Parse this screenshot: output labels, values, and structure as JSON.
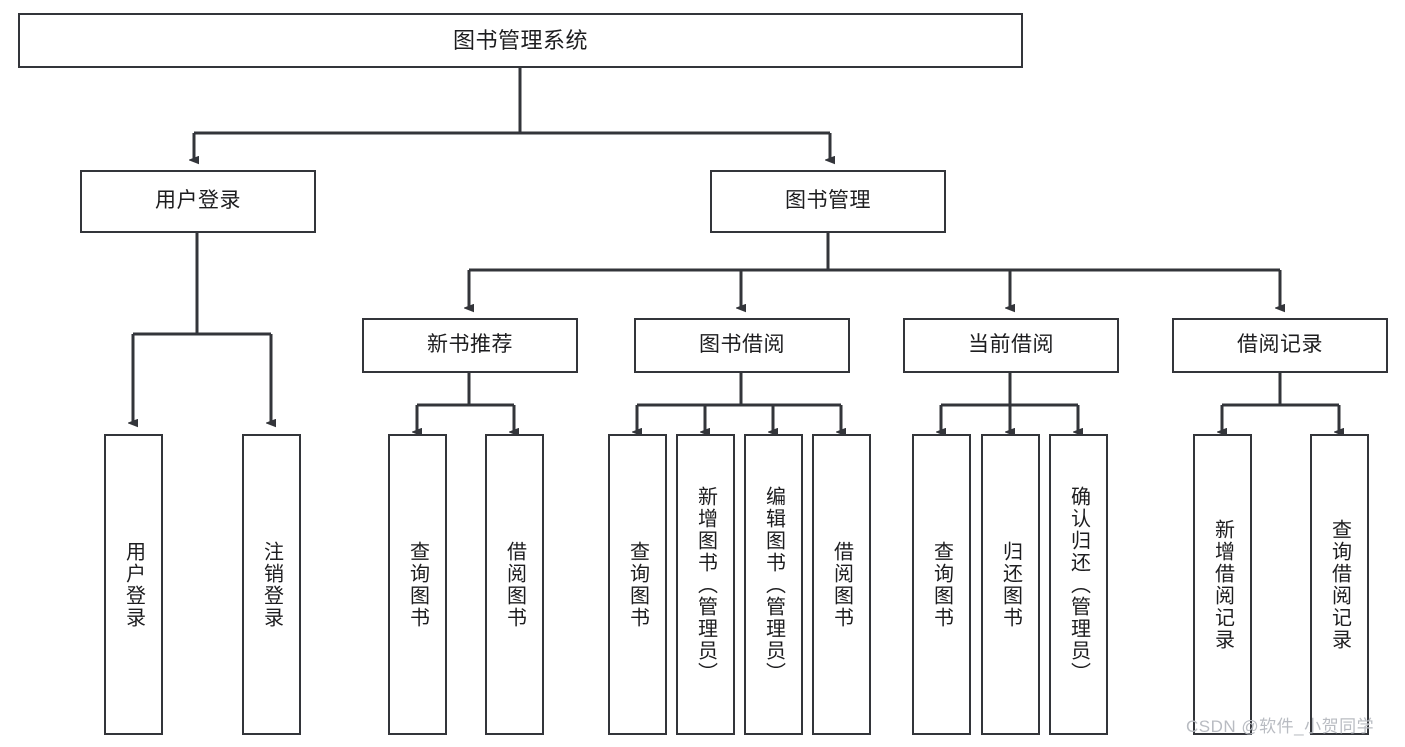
{
  "diagram": {
    "title": "图书管理系统",
    "watermark": "CSDN @软件_小贺同学",
    "line_color": "#33353a",
    "box_fill": "#ffffff",
    "text_color": "#1d1d1f",
    "watermark_color": "#b9bcc2",
    "root": {
      "label": "图书管理系统"
    },
    "level2": [
      {
        "label": "用户登录"
      },
      {
        "label": "图书管理"
      }
    ],
    "level3": [
      {
        "label": "新书推荐"
      },
      {
        "label": "图书借阅"
      },
      {
        "label": "当前借阅"
      },
      {
        "label": "借阅记录"
      }
    ],
    "leaves_user_login": [
      {
        "label": "用户登录"
      },
      {
        "label": "注销登录"
      }
    ],
    "leaves_new_book": [
      {
        "label": "查询图书"
      },
      {
        "label": "借阅图书"
      }
    ],
    "leaves_borrow": [
      {
        "label": "查询图书"
      },
      {
        "label": "新增图书（管理员）"
      },
      {
        "label": "编辑图书（管理员）"
      },
      {
        "label": "借阅图书"
      }
    ],
    "leaves_current": [
      {
        "label": "查询图书"
      },
      {
        "label": "归还图书"
      },
      {
        "label": "确认归还（管理员）"
      }
    ],
    "leaves_records": [
      {
        "label": "新增借阅记录"
      },
      {
        "label": "查询借阅记录"
      }
    ]
  }
}
